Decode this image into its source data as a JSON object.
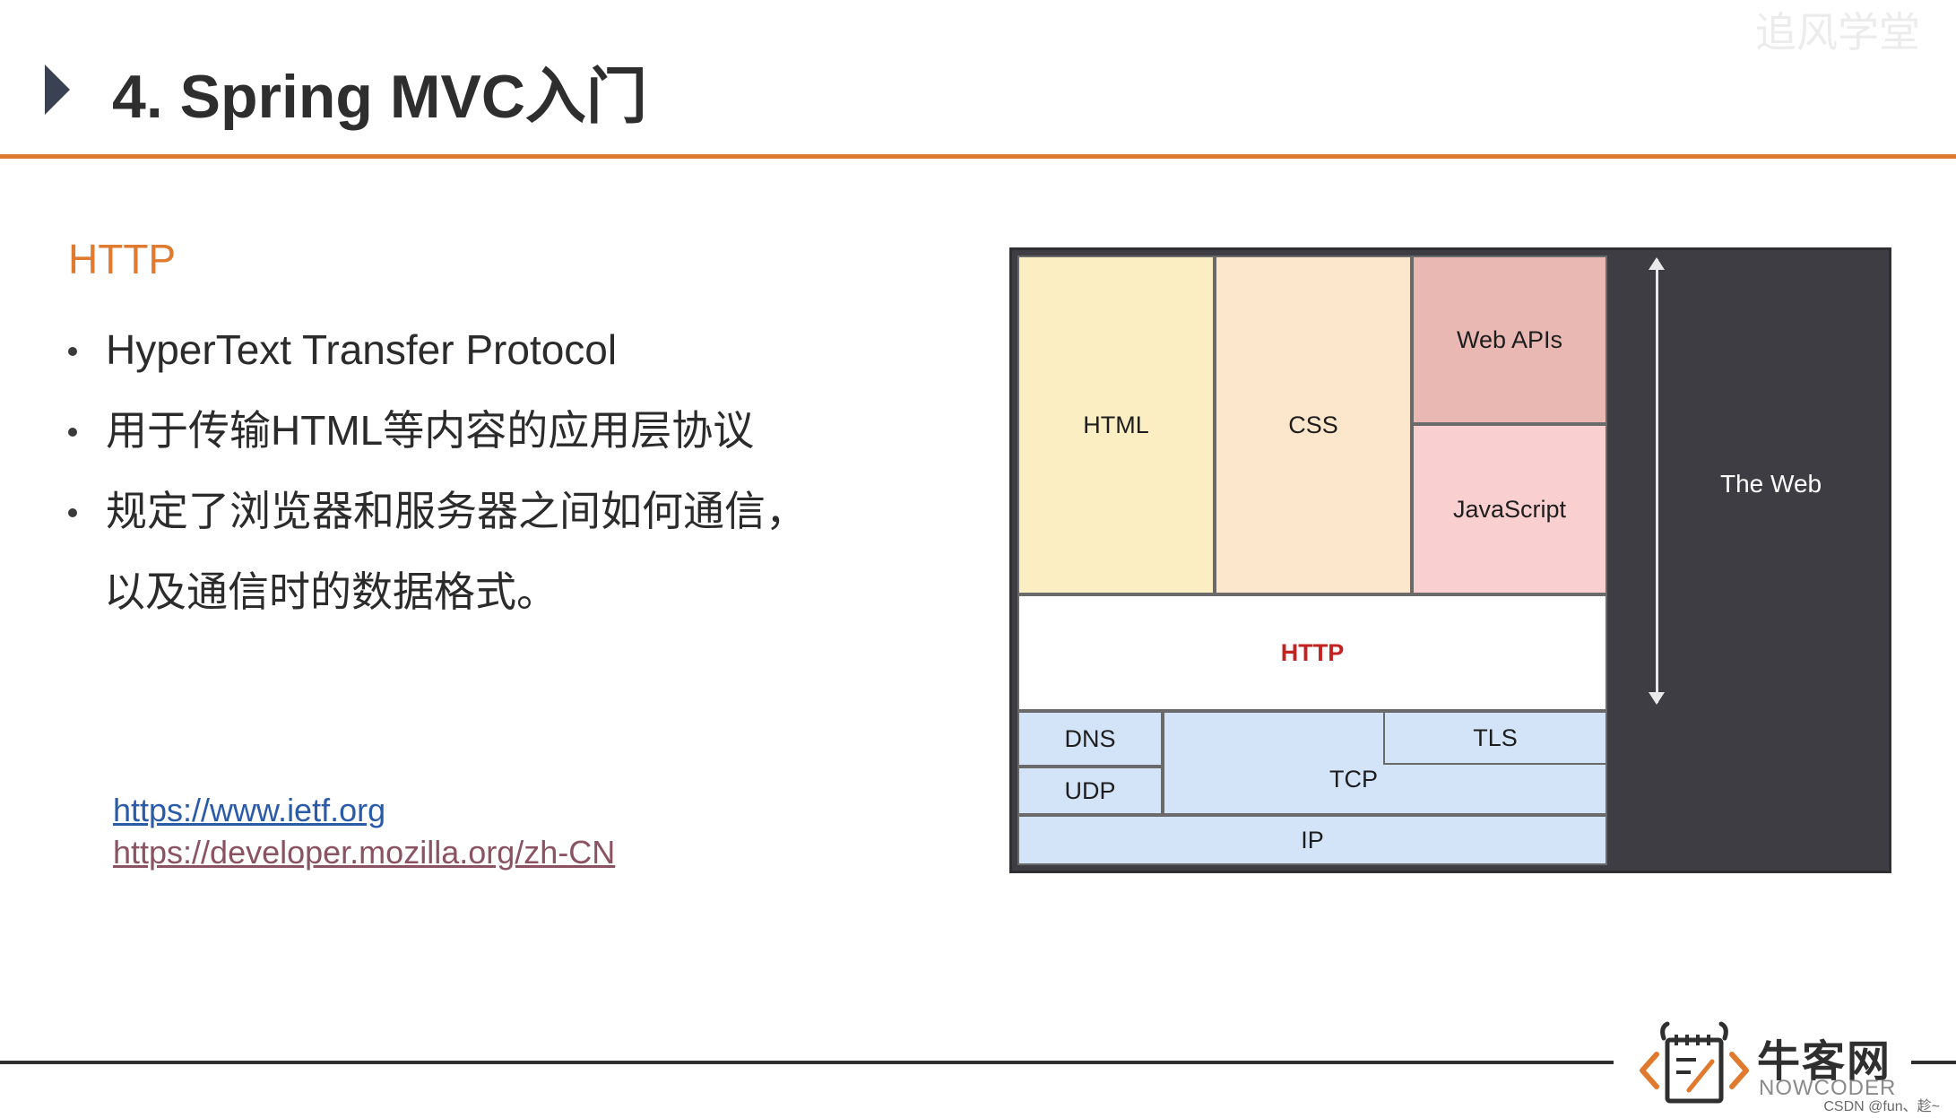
{
  "header": {
    "title": "4. Spring MVC入门",
    "watermark": "追风学堂"
  },
  "content": {
    "heading": "HTTP",
    "bullets": [
      "HyperText Transfer Protocol",
      "用于传输HTML等内容的应用层协议",
      "规定了浏览器和服务器之间如何通信，"
    ],
    "bullet_continuation": "以及通信时的数据格式。",
    "links": [
      "https://www.ietf.org",
      "https://developer.mozilla.org/zh-CN"
    ]
  },
  "diagram": {
    "html": "HTML",
    "css": "CSS",
    "web_apis": "Web APIs",
    "javascript": "JavaScript",
    "http": "HTTP",
    "dns": "DNS",
    "udp": "UDP",
    "tcp": "TCP",
    "tls": "TLS",
    "ip": "IP",
    "the_web": "The Web",
    "colors": {
      "html": "#fbeec3",
      "css": "#fce6cc",
      "web_apis": "#e9b8b3",
      "javascript": "#f9cfcf",
      "http_text": "#c42121",
      "network": "#d3e3f8",
      "web_bg": "#3e3d43"
    }
  },
  "footer": {
    "logo_cn": "牛客网",
    "logo_en": "NOWCODER",
    "credit": "CSDN @fun、趁~"
  },
  "theme": {
    "accent": "#e07a2e",
    "title_color": "#2e2e2e"
  }
}
